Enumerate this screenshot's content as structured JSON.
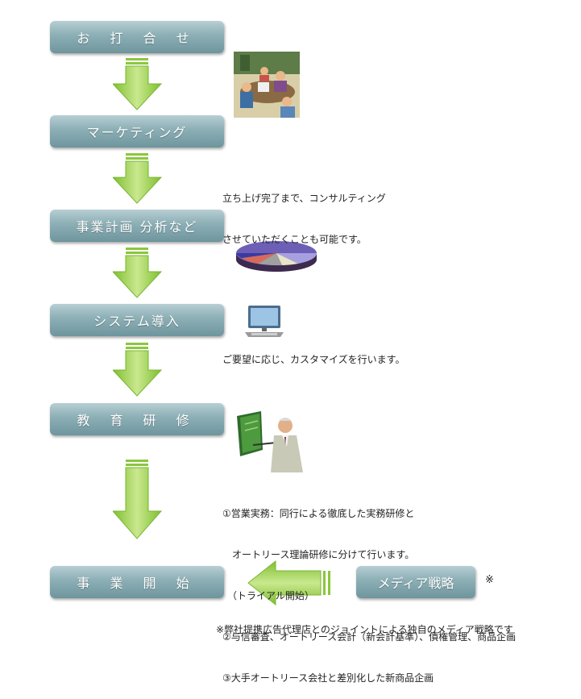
{
  "steps": {
    "s1": "お 打 合 せ",
    "s2": "マーケティング",
    "s3": "事業計画 分析など",
    "s4": "システム導入",
    "s5": "教 育 研 修",
    "s6": "事 業 開 始"
  },
  "media_box": "メディア戦略",
  "asterisk": "※",
  "notes": {
    "consulting_line1": "立ち上げ完了まで、コンサルティング",
    "consulting_line2": "させていただくことも可能です。",
    "customize": "ご要望に応じ、カスタマイズを行います。",
    "training_1": "①営業実務：同行による徹底した実務研修と",
    "training_1b": "　オートリース理論研修に分けて行います。",
    "training_1c": "　（トライアル開始）",
    "training_2": "②与信審査、オートリース会計（新会計基準）、債権管理、商品企画",
    "training_3": "③大手オートリース会社と差別化した新商品企画"
  },
  "footnote": "※弊社提携広告代理店とのジョイントによる独自のメディア戦略です",
  "icons": [
    "meeting-clipart-icon",
    "pie-chart-clipart-icon",
    "computer-clipart-icon",
    "presenter-clipart-icon"
  ],
  "colors": {
    "step_box": "#8fb1b8",
    "arrow_green": "#8cc63f",
    "arrow_light": "#c5e38a"
  }
}
